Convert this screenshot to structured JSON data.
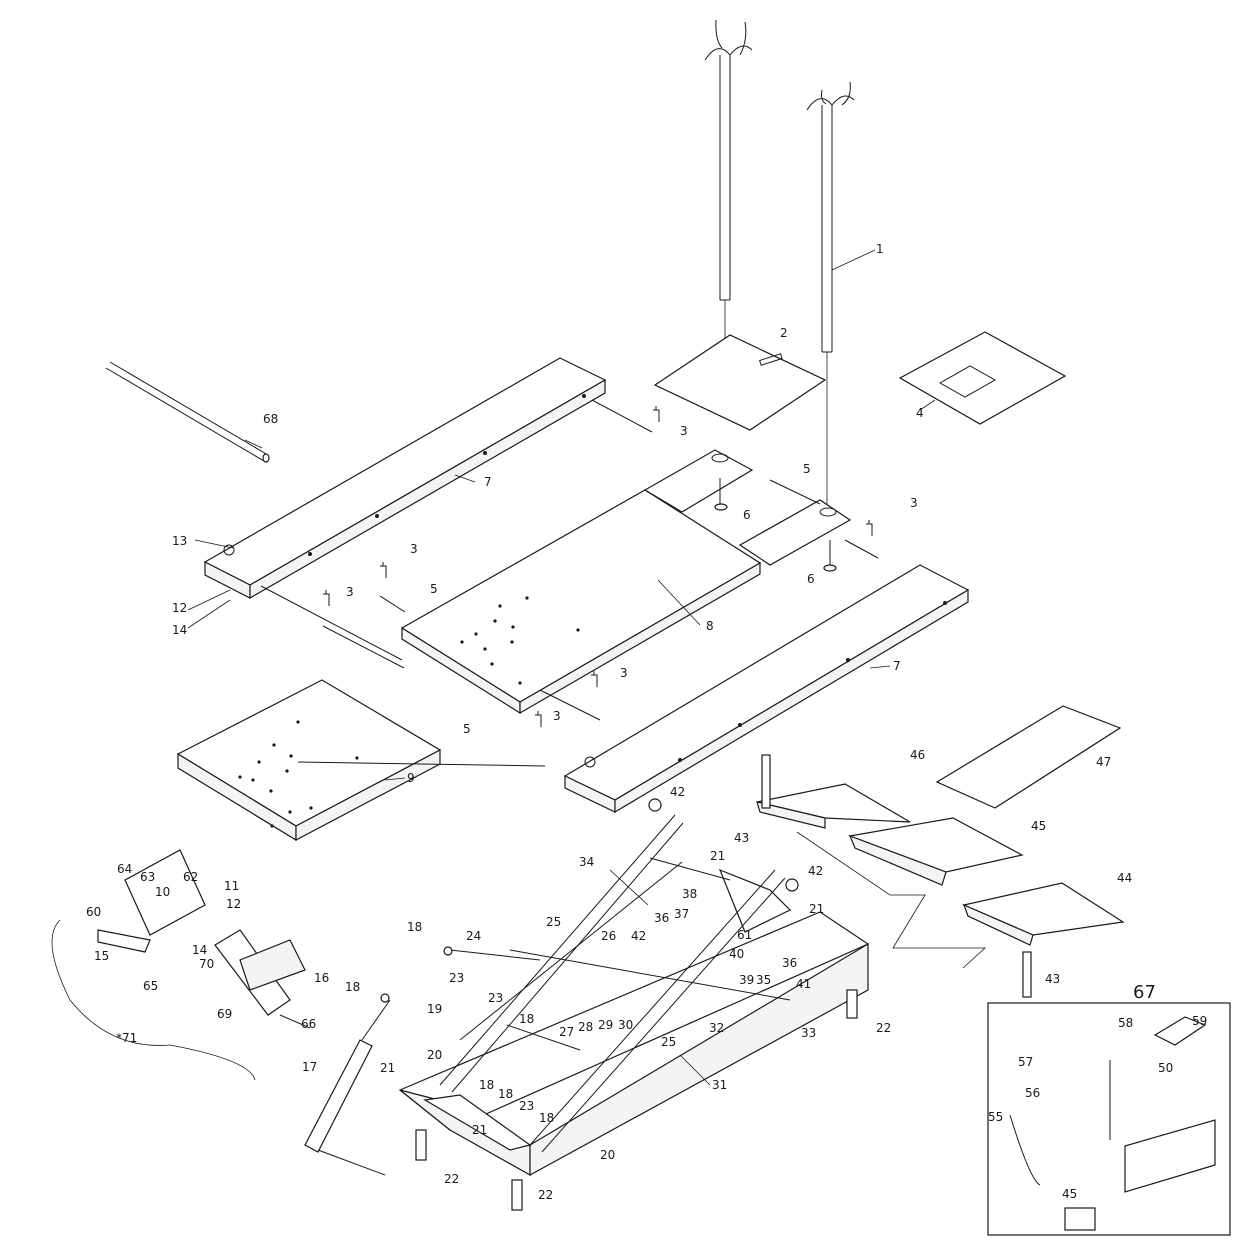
{
  "labels": [
    {
      "id": "p1",
      "text": "1"
    },
    {
      "id": "p2",
      "text": "2"
    },
    {
      "id": "p3a",
      "text": "3"
    },
    {
      "id": "p3b",
      "text": "3"
    },
    {
      "id": "p3c",
      "text": "3"
    },
    {
      "id": "p3d",
      "text": "3"
    },
    {
      "id": "p3e",
      "text": "3"
    },
    {
      "id": "p3f",
      "text": "3"
    },
    {
      "id": "p4",
      "text": "4"
    },
    {
      "id": "p5a",
      "text": "5"
    },
    {
      "id": "p5b",
      "text": "5"
    },
    {
      "id": "p5c",
      "text": "5"
    },
    {
      "id": "p6a",
      "text": "6"
    },
    {
      "id": "p6b",
      "text": "6"
    },
    {
      "id": "p7a",
      "text": "7"
    },
    {
      "id": "p7b",
      "text": "7"
    },
    {
      "id": "p8",
      "text": "8"
    },
    {
      "id": "p9",
      "text": "9"
    },
    {
      "id": "p10",
      "text": "10"
    },
    {
      "id": "p11",
      "text": "11"
    },
    {
      "id": "p12a",
      "text": "12"
    },
    {
      "id": "p12b",
      "text": "12"
    },
    {
      "id": "p13",
      "text": "13"
    },
    {
      "id": "p14a",
      "text": "14"
    },
    {
      "id": "p14b",
      "text": "14"
    },
    {
      "id": "p15",
      "text": "15"
    },
    {
      "id": "p16",
      "text": "16"
    },
    {
      "id": "p17",
      "text": "17"
    },
    {
      "id": "p18a",
      "text": "18"
    },
    {
      "id": "p18b",
      "text": "18"
    },
    {
      "id": "p18c",
      "text": "18"
    },
    {
      "id": "p18d",
      "text": "18"
    },
    {
      "id": "p18e",
      "text": "18"
    },
    {
      "id": "p18f",
      "text": "18"
    },
    {
      "id": "p19",
      "text": "19"
    },
    {
      "id": "p20a",
      "text": "20"
    },
    {
      "id": "p20b",
      "text": "20"
    },
    {
      "id": "p21a",
      "text": "21"
    },
    {
      "id": "p21b",
      "text": "21"
    },
    {
      "id": "p21c",
      "text": "21"
    },
    {
      "id": "p21d",
      "text": "21"
    },
    {
      "id": "p22a",
      "text": "22"
    },
    {
      "id": "p22b",
      "text": "22"
    },
    {
      "id": "p22c",
      "text": "22"
    },
    {
      "id": "p23a",
      "text": "23"
    },
    {
      "id": "p23b",
      "text": "23"
    },
    {
      "id": "p23c",
      "text": "23"
    },
    {
      "id": "p24",
      "text": "24"
    },
    {
      "id": "p25a",
      "text": "25"
    },
    {
      "id": "p25b",
      "text": "25"
    },
    {
      "id": "p26",
      "text": "26"
    },
    {
      "id": "p27",
      "text": "27"
    },
    {
      "id": "p28",
      "text": "28"
    },
    {
      "id": "p29",
      "text": "29"
    },
    {
      "id": "p30",
      "text": "30"
    },
    {
      "id": "p31",
      "text": "31"
    },
    {
      "id": "p32",
      "text": "32"
    },
    {
      "id": "p33",
      "text": "33"
    },
    {
      "id": "p34",
      "text": "34"
    },
    {
      "id": "p35",
      "text": "35"
    },
    {
      "id": "p36a",
      "text": "36"
    },
    {
      "id": "p36b",
      "text": "36"
    },
    {
      "id": "p37",
      "text": "37"
    },
    {
      "id": "p38",
      "text": "38"
    },
    {
      "id": "p39",
      "text": "39"
    },
    {
      "id": "p40",
      "text": "40"
    },
    {
      "id": "p41",
      "text": "41"
    },
    {
      "id": "p42a",
      "text": "42"
    },
    {
      "id": "p42b",
      "text": "42"
    },
    {
      "id": "p42c",
      "text": "42"
    },
    {
      "id": "p43a",
      "text": "43"
    },
    {
      "id": "p43b",
      "text": "43"
    },
    {
      "id": "p44",
      "text": "44"
    },
    {
      "id": "p45a",
      "text": "45"
    },
    {
      "id": "p45b",
      "text": "45"
    },
    {
      "id": "p46",
      "text": "46"
    },
    {
      "id": "p47",
      "text": "47"
    },
    {
      "id": "p50",
      "text": "50"
    },
    {
      "id": "p55",
      "text": "55"
    },
    {
      "id": "p56",
      "text": "56"
    },
    {
      "id": "p57",
      "text": "57"
    },
    {
      "id": "p58",
      "text": "58"
    },
    {
      "id": "p59",
      "text": "59"
    },
    {
      "id": "p60",
      "text": "60"
    },
    {
      "id": "p61",
      "text": "61"
    },
    {
      "id": "p62",
      "text": "62"
    },
    {
      "id": "p63",
      "text": "63"
    },
    {
      "id": "p64",
      "text": "64"
    },
    {
      "id": "p65",
      "text": "65"
    },
    {
      "id": "p66",
      "text": "66"
    },
    {
      "id": "p67",
      "text": "67"
    },
    {
      "id": "p68",
      "text": "68"
    },
    {
      "id": "p69",
      "text": "69"
    },
    {
      "id": "p70",
      "text": "70"
    },
    {
      "id": "p71",
      "text": "*71"
    }
  ],
  "colors": {
    "ink": "#1a1a1a",
    "paper": "#ffffff"
  }
}
